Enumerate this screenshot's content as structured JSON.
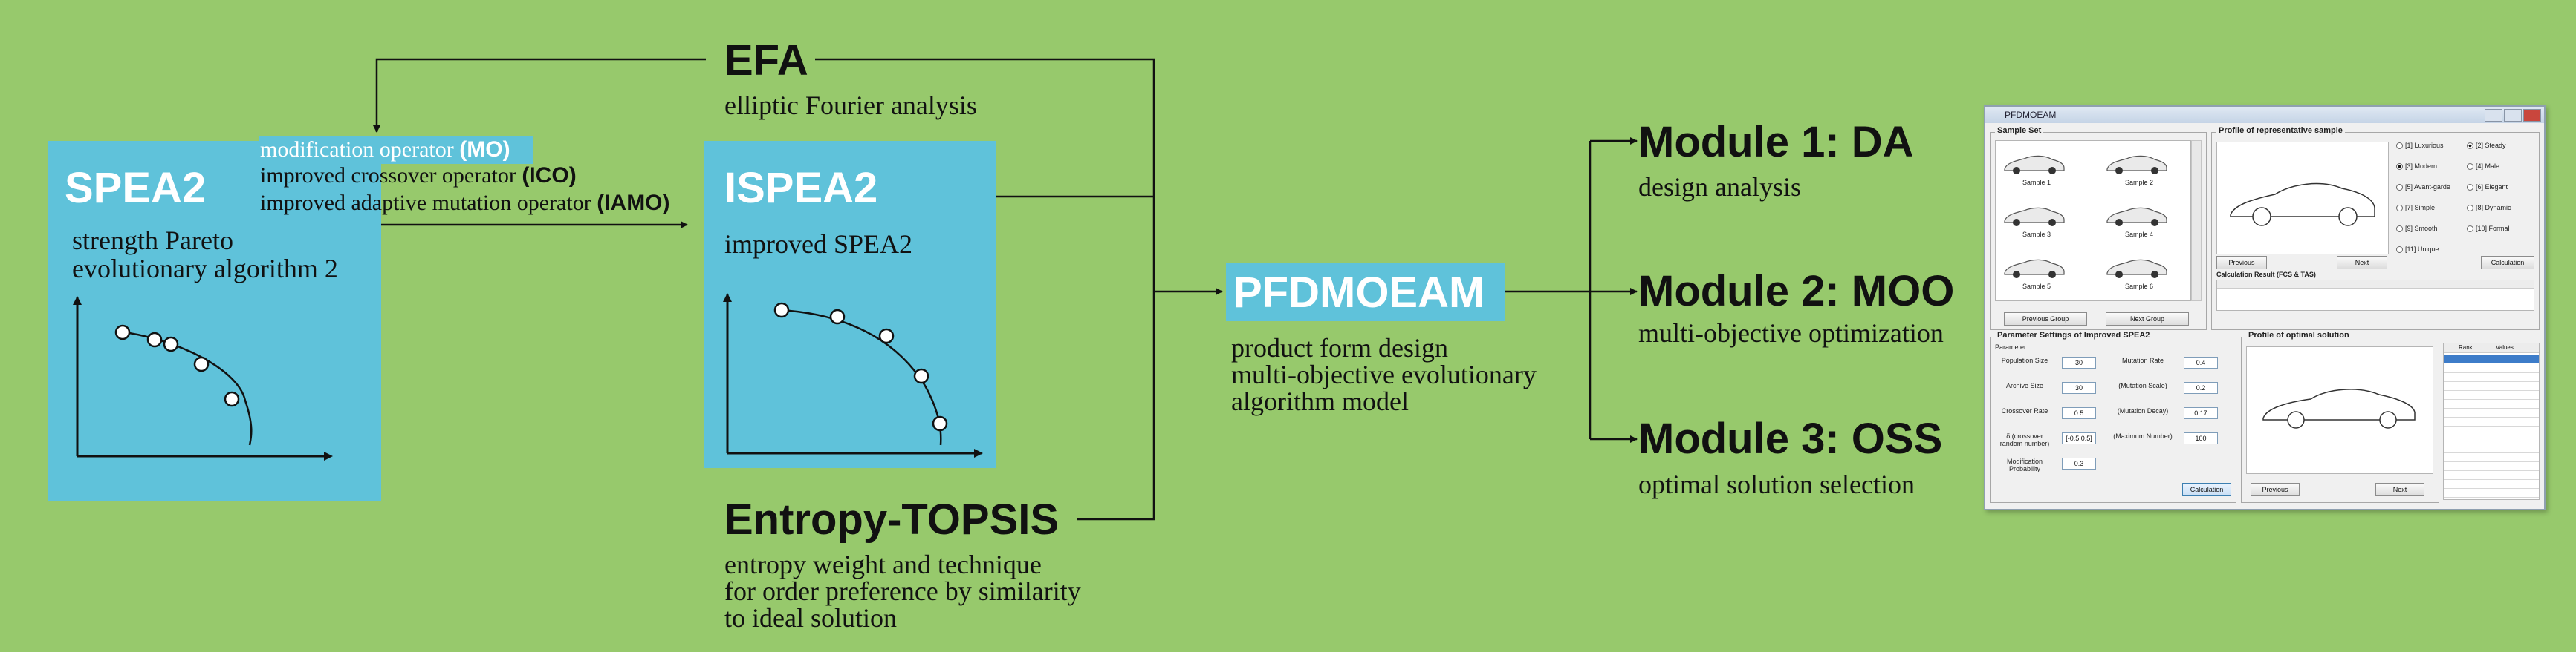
{
  "spea2": {
    "title": "SPEA2",
    "desc_line1": "strength Pareto",
    "desc_line2": "evolutionary algorithm 2"
  },
  "operators": {
    "mo_text": "modification operator ",
    "mo_abbr": "(MO)",
    "ico_text": "improved crossover operator ",
    "ico_abbr": "(ICO)",
    "iamo_text": "improved adaptive mutation operator ",
    "iamo_abbr": "(IAMO)"
  },
  "efa": {
    "title": "EFA",
    "desc": "elliptic Fourier analysis"
  },
  "ispea2": {
    "title": "ISPEA2",
    "desc": "improved SPEA2"
  },
  "entropy": {
    "title": "Entropy-TOPSIS",
    "desc_line1": "entropy weight and technique",
    "desc_line2": "for order preference by similarity",
    "desc_line3": "to ideal solution"
  },
  "pfdmoeam": {
    "title": "PFDMOEAM",
    "desc_line1": "product form design",
    "desc_line2": "multi-objective evolutionary",
    "desc_line3": "algorithm model"
  },
  "modules": [
    {
      "title": "Module 1: DA",
      "desc": "design analysis"
    },
    {
      "title": "Module 2: MOO",
      "desc": "multi-objective optimization"
    },
    {
      "title": "Module 3: OSS",
      "desc": "optimal solution selection"
    }
  ],
  "screenshot": {
    "window_title": "PFDMOEAM",
    "sample_set_label": "Sample Set",
    "sample_labels": [
      "Sample 1",
      "Sample 2",
      "Sample 3",
      "Sample 4",
      "Sample 5",
      "Sample 6"
    ],
    "previous_group": "Previous Group",
    "next_group": "Next Group",
    "profile_label": "Profile of representative sample",
    "radio_options": [
      {
        "label": "[1] Luxurious",
        "on": false
      },
      {
        "label": "[2] Steady",
        "on": true
      },
      {
        "label": "[3] Modern",
        "on": true
      },
      {
        "label": "[4] Male",
        "on": false
      },
      {
        "label": "[5] Avant-garde",
        "on": false
      },
      {
        "label": "[6] Elegant",
        "on": false
      },
      {
        "label": "[7] Simple",
        "on": false
      },
      {
        "label": "[8] Dynamic",
        "on": false
      },
      {
        "label": "[9] Smooth",
        "on": false
      },
      {
        "label": "[10] Formal",
        "on": false
      },
      {
        "label": "[11] Unique",
        "on": false
      }
    ],
    "previous": "Previous",
    "next": "Next",
    "calculation": "Calculation",
    "calc_result_label": "Calculation Result (FCS & TAS)",
    "param_label": "Parameter Settings of Improved SPEA2",
    "parameter_sub": "Parameter",
    "params_left": [
      {
        "label": "Population Size",
        "value": "30"
      },
      {
        "label": "Archive Size",
        "value": "30"
      },
      {
        "label": "Crossover Rate",
        "value": "0.5"
      },
      {
        "label": "δ (crossover random number)",
        "value": "[-0.5 0.5]"
      },
      {
        "label": "Modification Probability",
        "value": "0.3"
      }
    ],
    "params_right": [
      {
        "label": "Mutation Rate",
        "value": "0.4"
      },
      {
        "label": "(Mutation Scale)",
        "value": "0.2"
      },
      {
        "label": "(Mutation Decay)",
        "value": "0.17"
      },
      {
        "label": "(Maximum Number)",
        "value": "100"
      }
    ],
    "optimal_profile_label": "Profile of optimal solution",
    "table_headers": [
      "",
      "Rank",
      "Values"
    ]
  }
}
